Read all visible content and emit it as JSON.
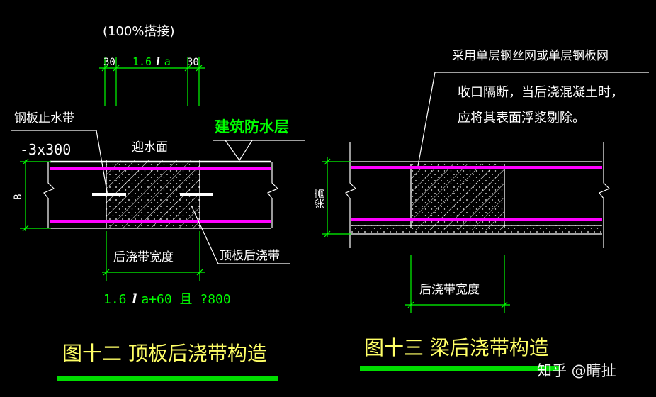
{
  "colors": {
    "background": "#000000",
    "white": "#ffffff",
    "green": "#00ff00",
    "magenta": "#ff00ff",
    "yellow": "#ffff66",
    "caption_bar": "#00dd00"
  },
  "fig12": {
    "lap_note": "(100%搭接)",
    "dim_30_left": "30",
    "dim_lap_1": "1.6",
    "dim_lap_l": "l",
    "dim_lap_2": "a",
    "dim_30_right": "30",
    "steel_plate_label": "钢板止水带",
    "steel_plate_size": "-3x300",
    "waterproof_label": "建筑防水层",
    "water_face_label": "迎水面",
    "thickness_label": "B",
    "band_width_label": "后浇带宽度",
    "roof_band_label": "顶板后浇带",
    "bottom_dim_1": "1.6",
    "bottom_dim_l": "l",
    "bottom_dim_2": "a+60 且 ?800",
    "caption": "图十二  顶板后浇带构造"
  },
  "fig13": {
    "note_line1": "采用单层钢丝网或单层钢板网",
    "note_line2": "收口隔断，当后浇混凝土时，",
    "note_line3": "应将其表面浮浆剔除。",
    "beam_height_label": "梁高",
    "band_width_label": "后浇带宽度",
    "caption": "图十三  梁后浇带构造"
  },
  "watermark": "知乎 @睛扯"
}
